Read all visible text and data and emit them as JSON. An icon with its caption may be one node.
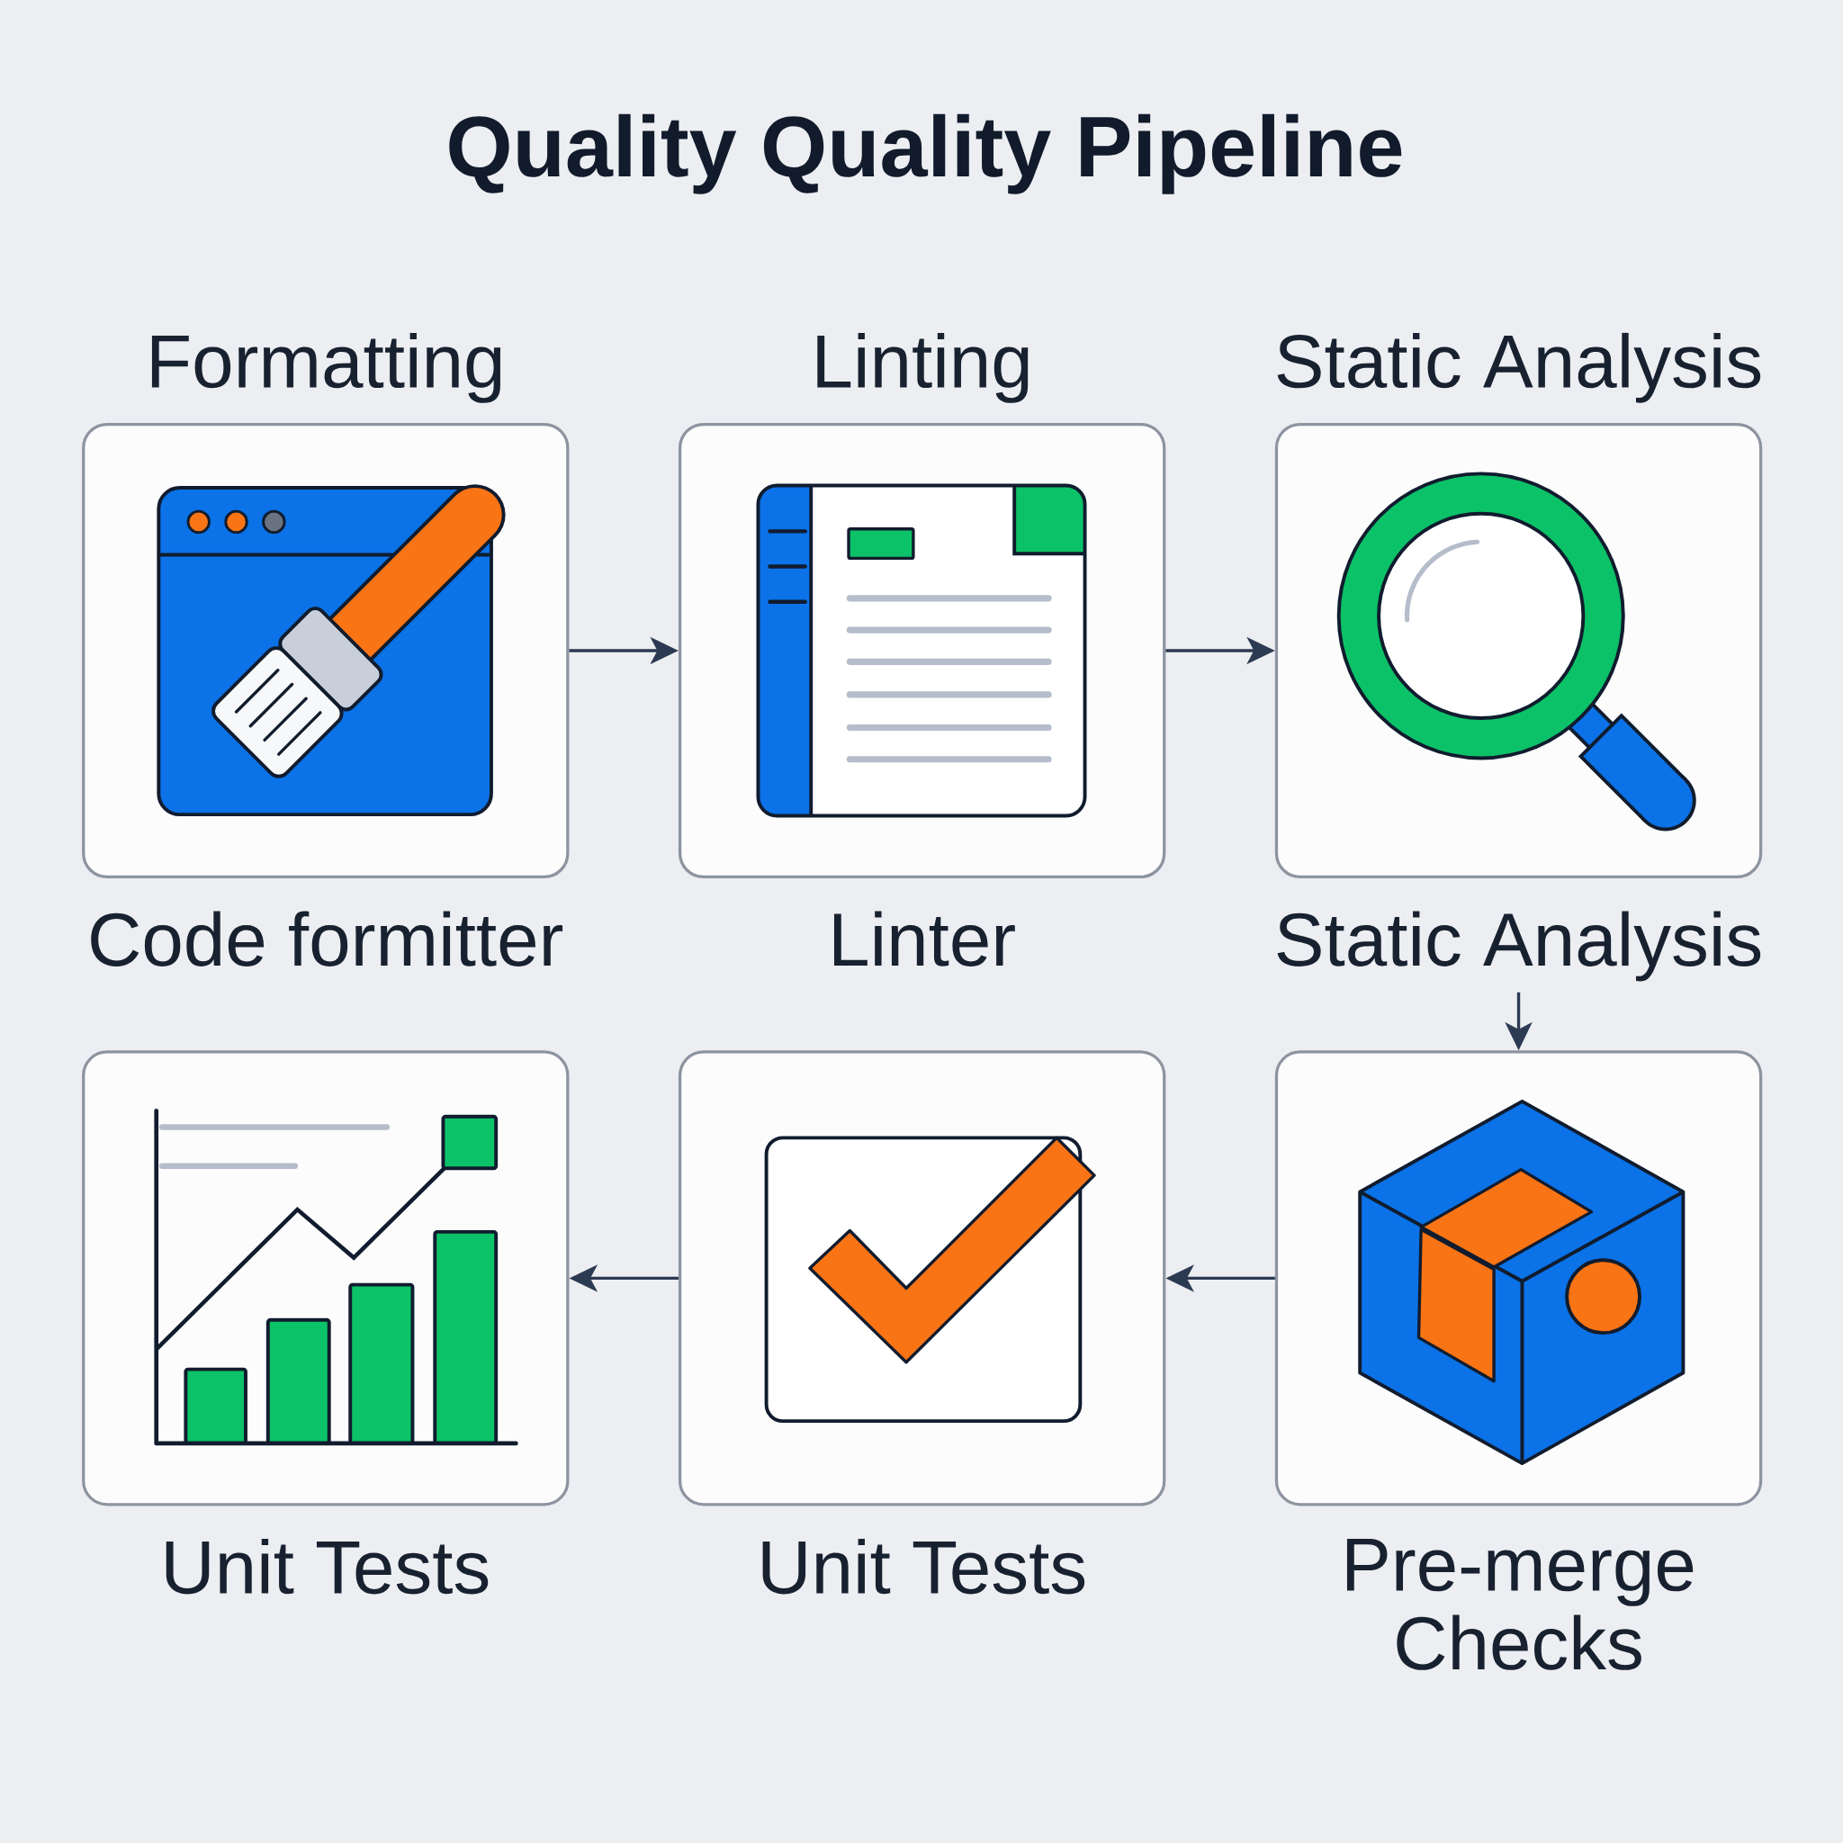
{
  "diagram": {
    "title": "Quality Quality Pipeline",
    "nodes": [
      {
        "text": [
          "Formatting",
          "Code formitter"
        ]
      },
      {
        "text": [
          "Linting",
          "Linter"
        ]
      },
      {
        "text": [
          "Static Analysis",
          "Static Analysis"
        ]
      },
      {
        "text": [
          "Unit Tests"
        ]
      },
      {
        "text": [
          "Unit Tests"
        ]
      },
      {
        "text": [
          "Pre-merge Checks"
        ]
      }
    ],
    "edges": [
      {
        "from": 0,
        "to": 1,
        "arrow": "to"
      },
      {
        "from": 1,
        "to": 2,
        "arrow": "to"
      },
      {
        "from": 2,
        "to": 5,
        "arrow": "to"
      },
      {
        "from": 5,
        "to": 4,
        "arrow": "to"
      },
      {
        "from": 4,
        "to": 3,
        "arrow": "to"
      }
    ]
  }
}
